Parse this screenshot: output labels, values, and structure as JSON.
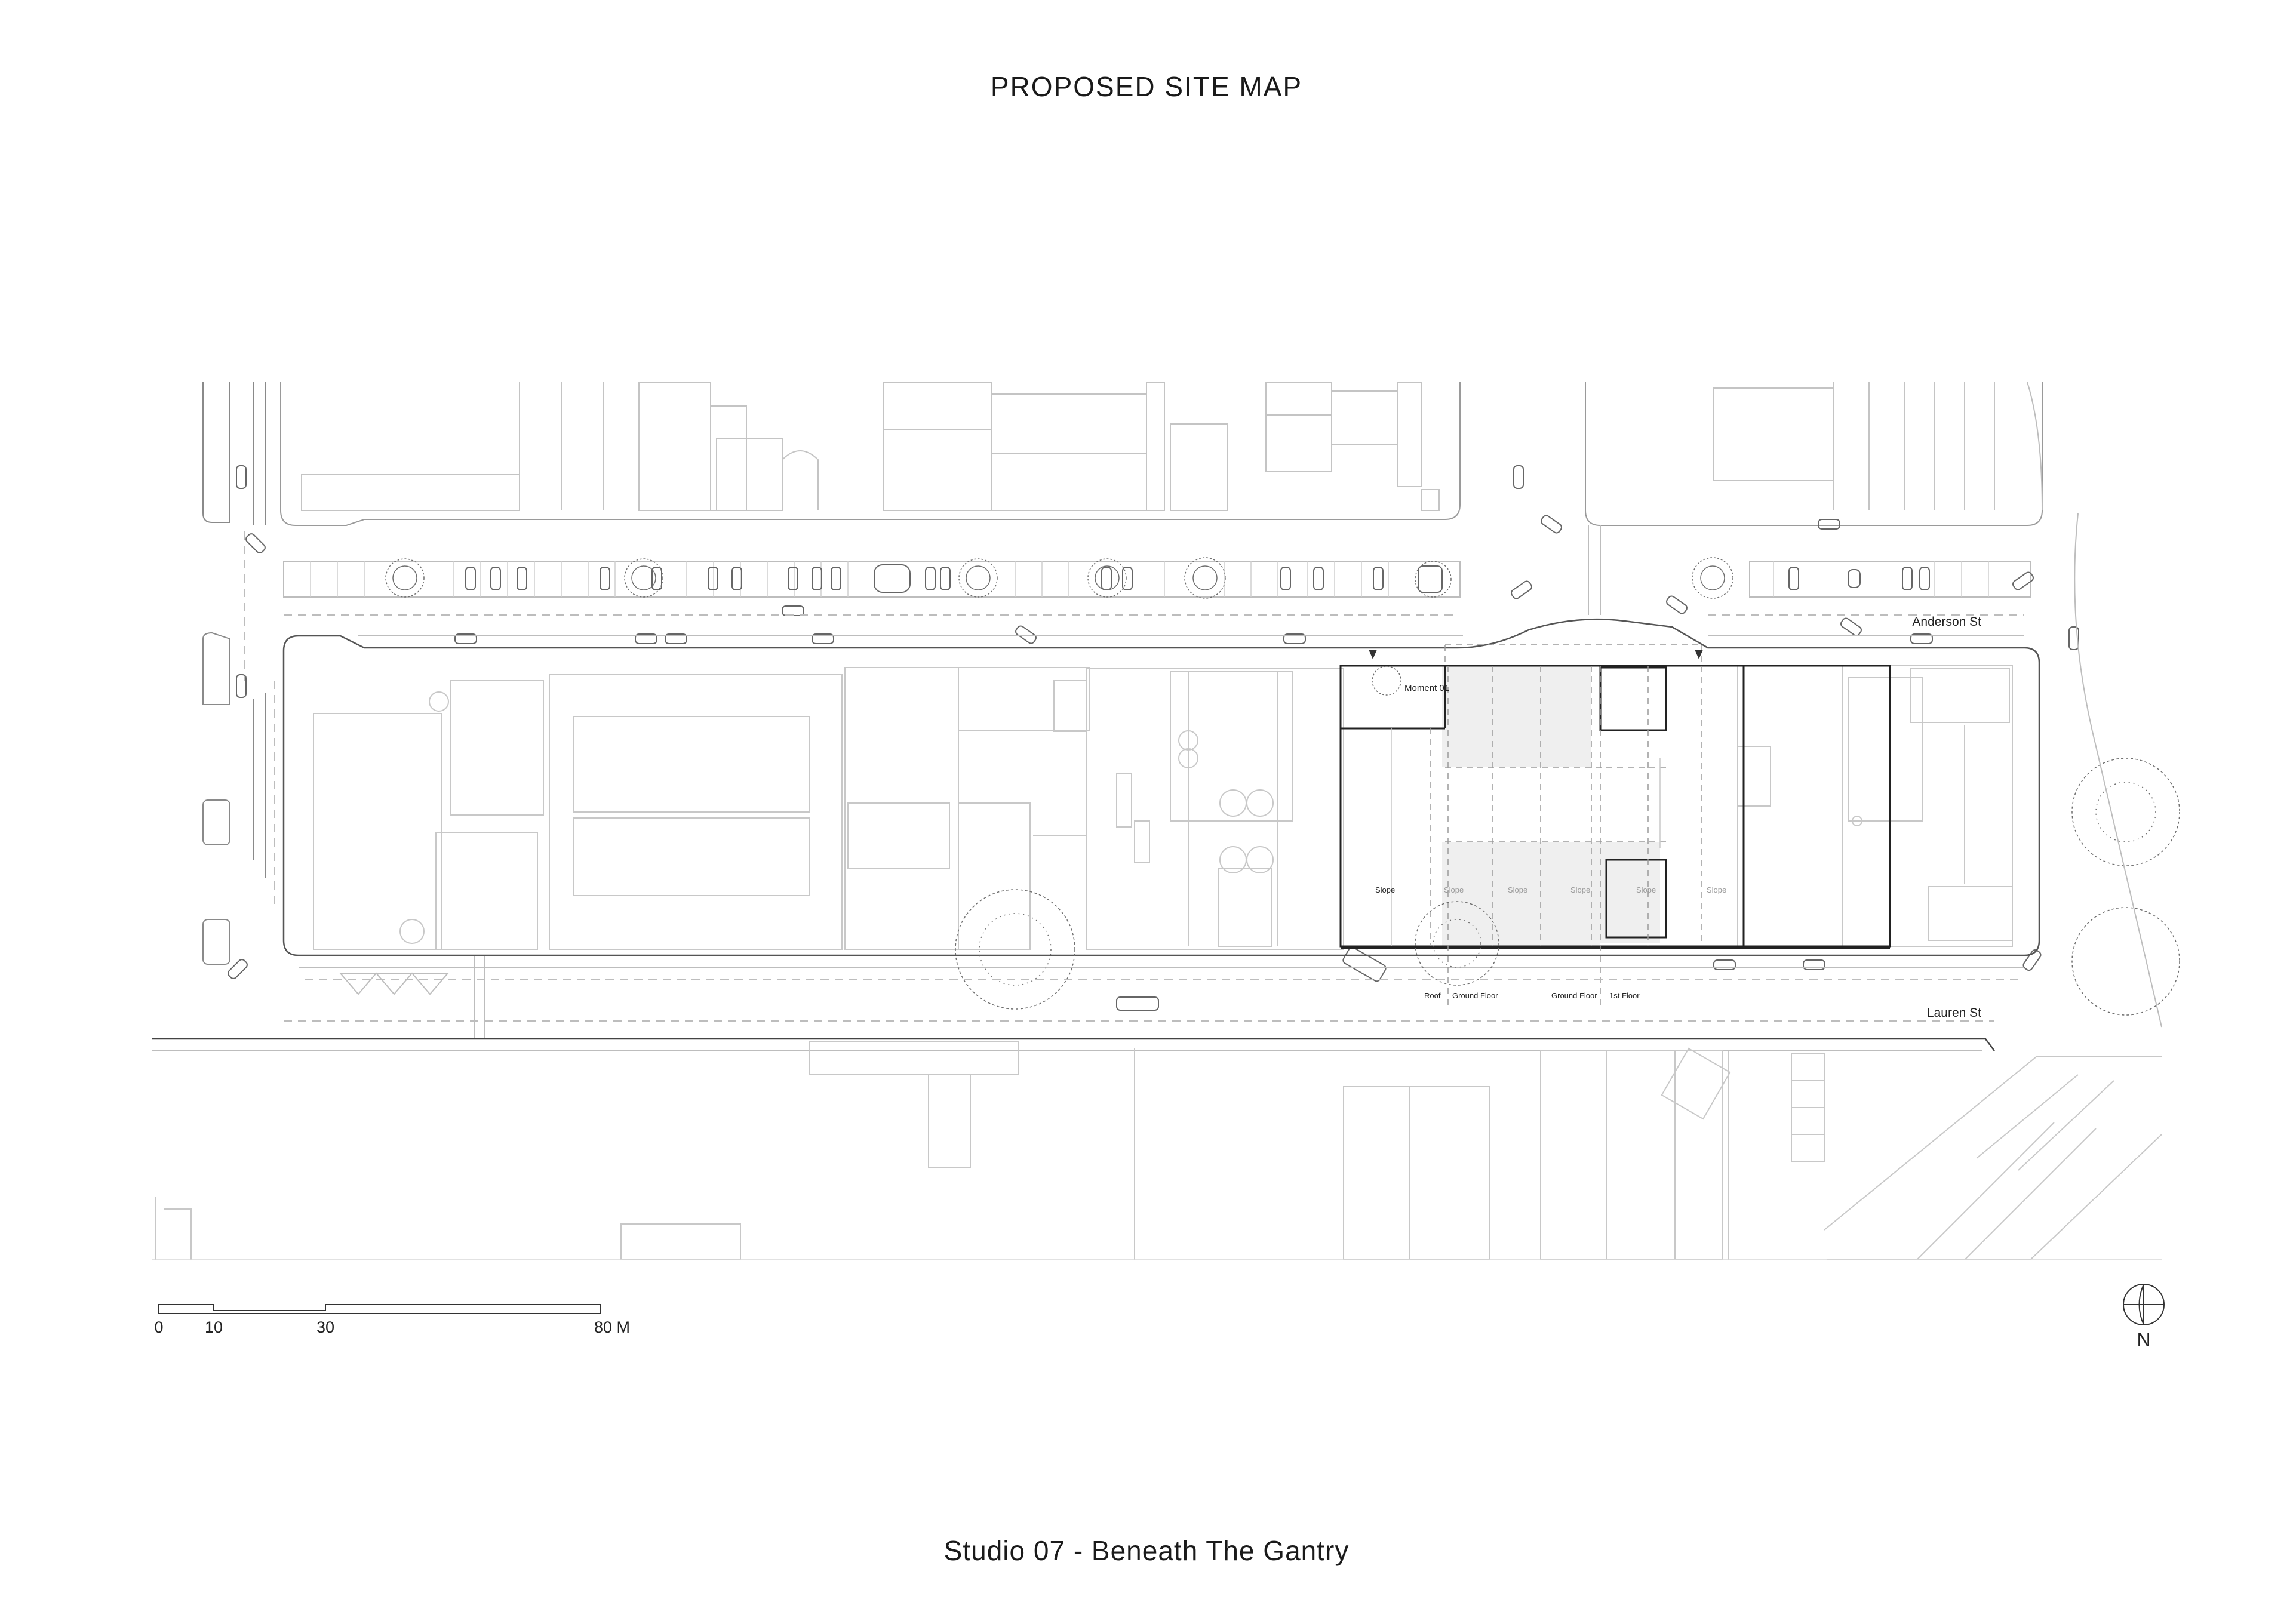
{
  "title": "PROPOSED SITE MAP",
  "footer": "Studio 07 - Beneath The Gantry",
  "streets": {
    "north": "Anderson St",
    "south": "Lauren St"
  },
  "annotations": {
    "moment": "Moment 01",
    "slope_labels": [
      "Slope",
      "Slope",
      "Slope",
      "Slope",
      "Slope",
      "Slope"
    ],
    "section_labels": {
      "roof": "Roof",
      "ground_floor_a": "Ground Floor",
      "ground_floor_b": "Ground Floor",
      "first_floor": "1st Floor"
    }
  },
  "scale_bar": {
    "labels": [
      "0",
      "10",
      "30",
      "80 M"
    ]
  },
  "north_arrow": {
    "label": "N",
    "icon": "north-arrow-icon"
  },
  "colors": {
    "line_light": "#bdbdbd",
    "line_mid": "#8a8a8a",
    "line_dark": "#222222",
    "shade": "#efefef"
  }
}
